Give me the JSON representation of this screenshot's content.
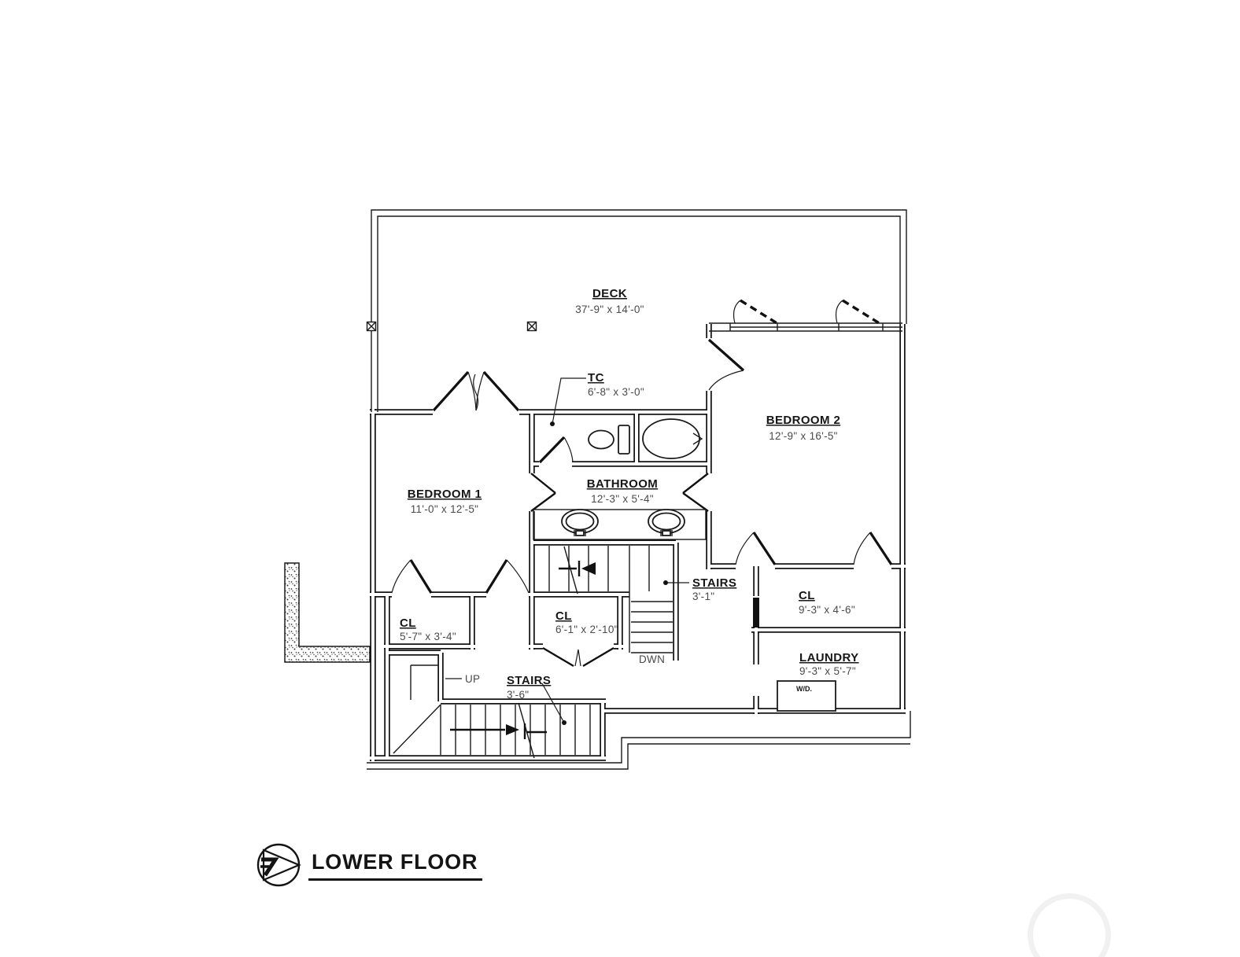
{
  "title_block": {
    "title": "LOWER FLOOR"
  },
  "rooms": {
    "deck": {
      "name": "DECK",
      "dims": "37'-9\" x 14'-0\""
    },
    "tc": {
      "name": "TC",
      "dims": "6'-8\" x 3'-0\""
    },
    "bedroom2": {
      "name": "BEDROOM 2",
      "dims": "12'-9\" x 16'-5\""
    },
    "bedroom1": {
      "name": "BEDROOM 1",
      "dims": "11'-0\" x 12'-5\""
    },
    "bathroom": {
      "name": "BATHROOM",
      "dims": "12'-3\" x 5'-4\""
    },
    "stairs_mid": {
      "name": "STAIRS",
      "dims": "3'-1\""
    },
    "cl_right": {
      "name": "CL",
      "dims": "9'-3\" x 4'-6\""
    },
    "cl_left": {
      "name": "CL",
      "dims": "5'-7\" x 3'-4\""
    },
    "cl_mid": {
      "name": "CL",
      "dims": "6'-1\" x 2'-10\""
    },
    "laundry": {
      "name": "LAUNDRY",
      "dims": "9'-3\" x 5'-7\""
    },
    "stairs_low": {
      "name": "STAIRS",
      "dims": "3'-6\""
    }
  },
  "annotations": {
    "up": "UP",
    "down": "DWN",
    "washer_dryer": "W/D."
  },
  "colors": {
    "line": "#1a1a1a",
    "dim_text": "#4a4a4a",
    "watermark": "#f1f1f1"
  }
}
